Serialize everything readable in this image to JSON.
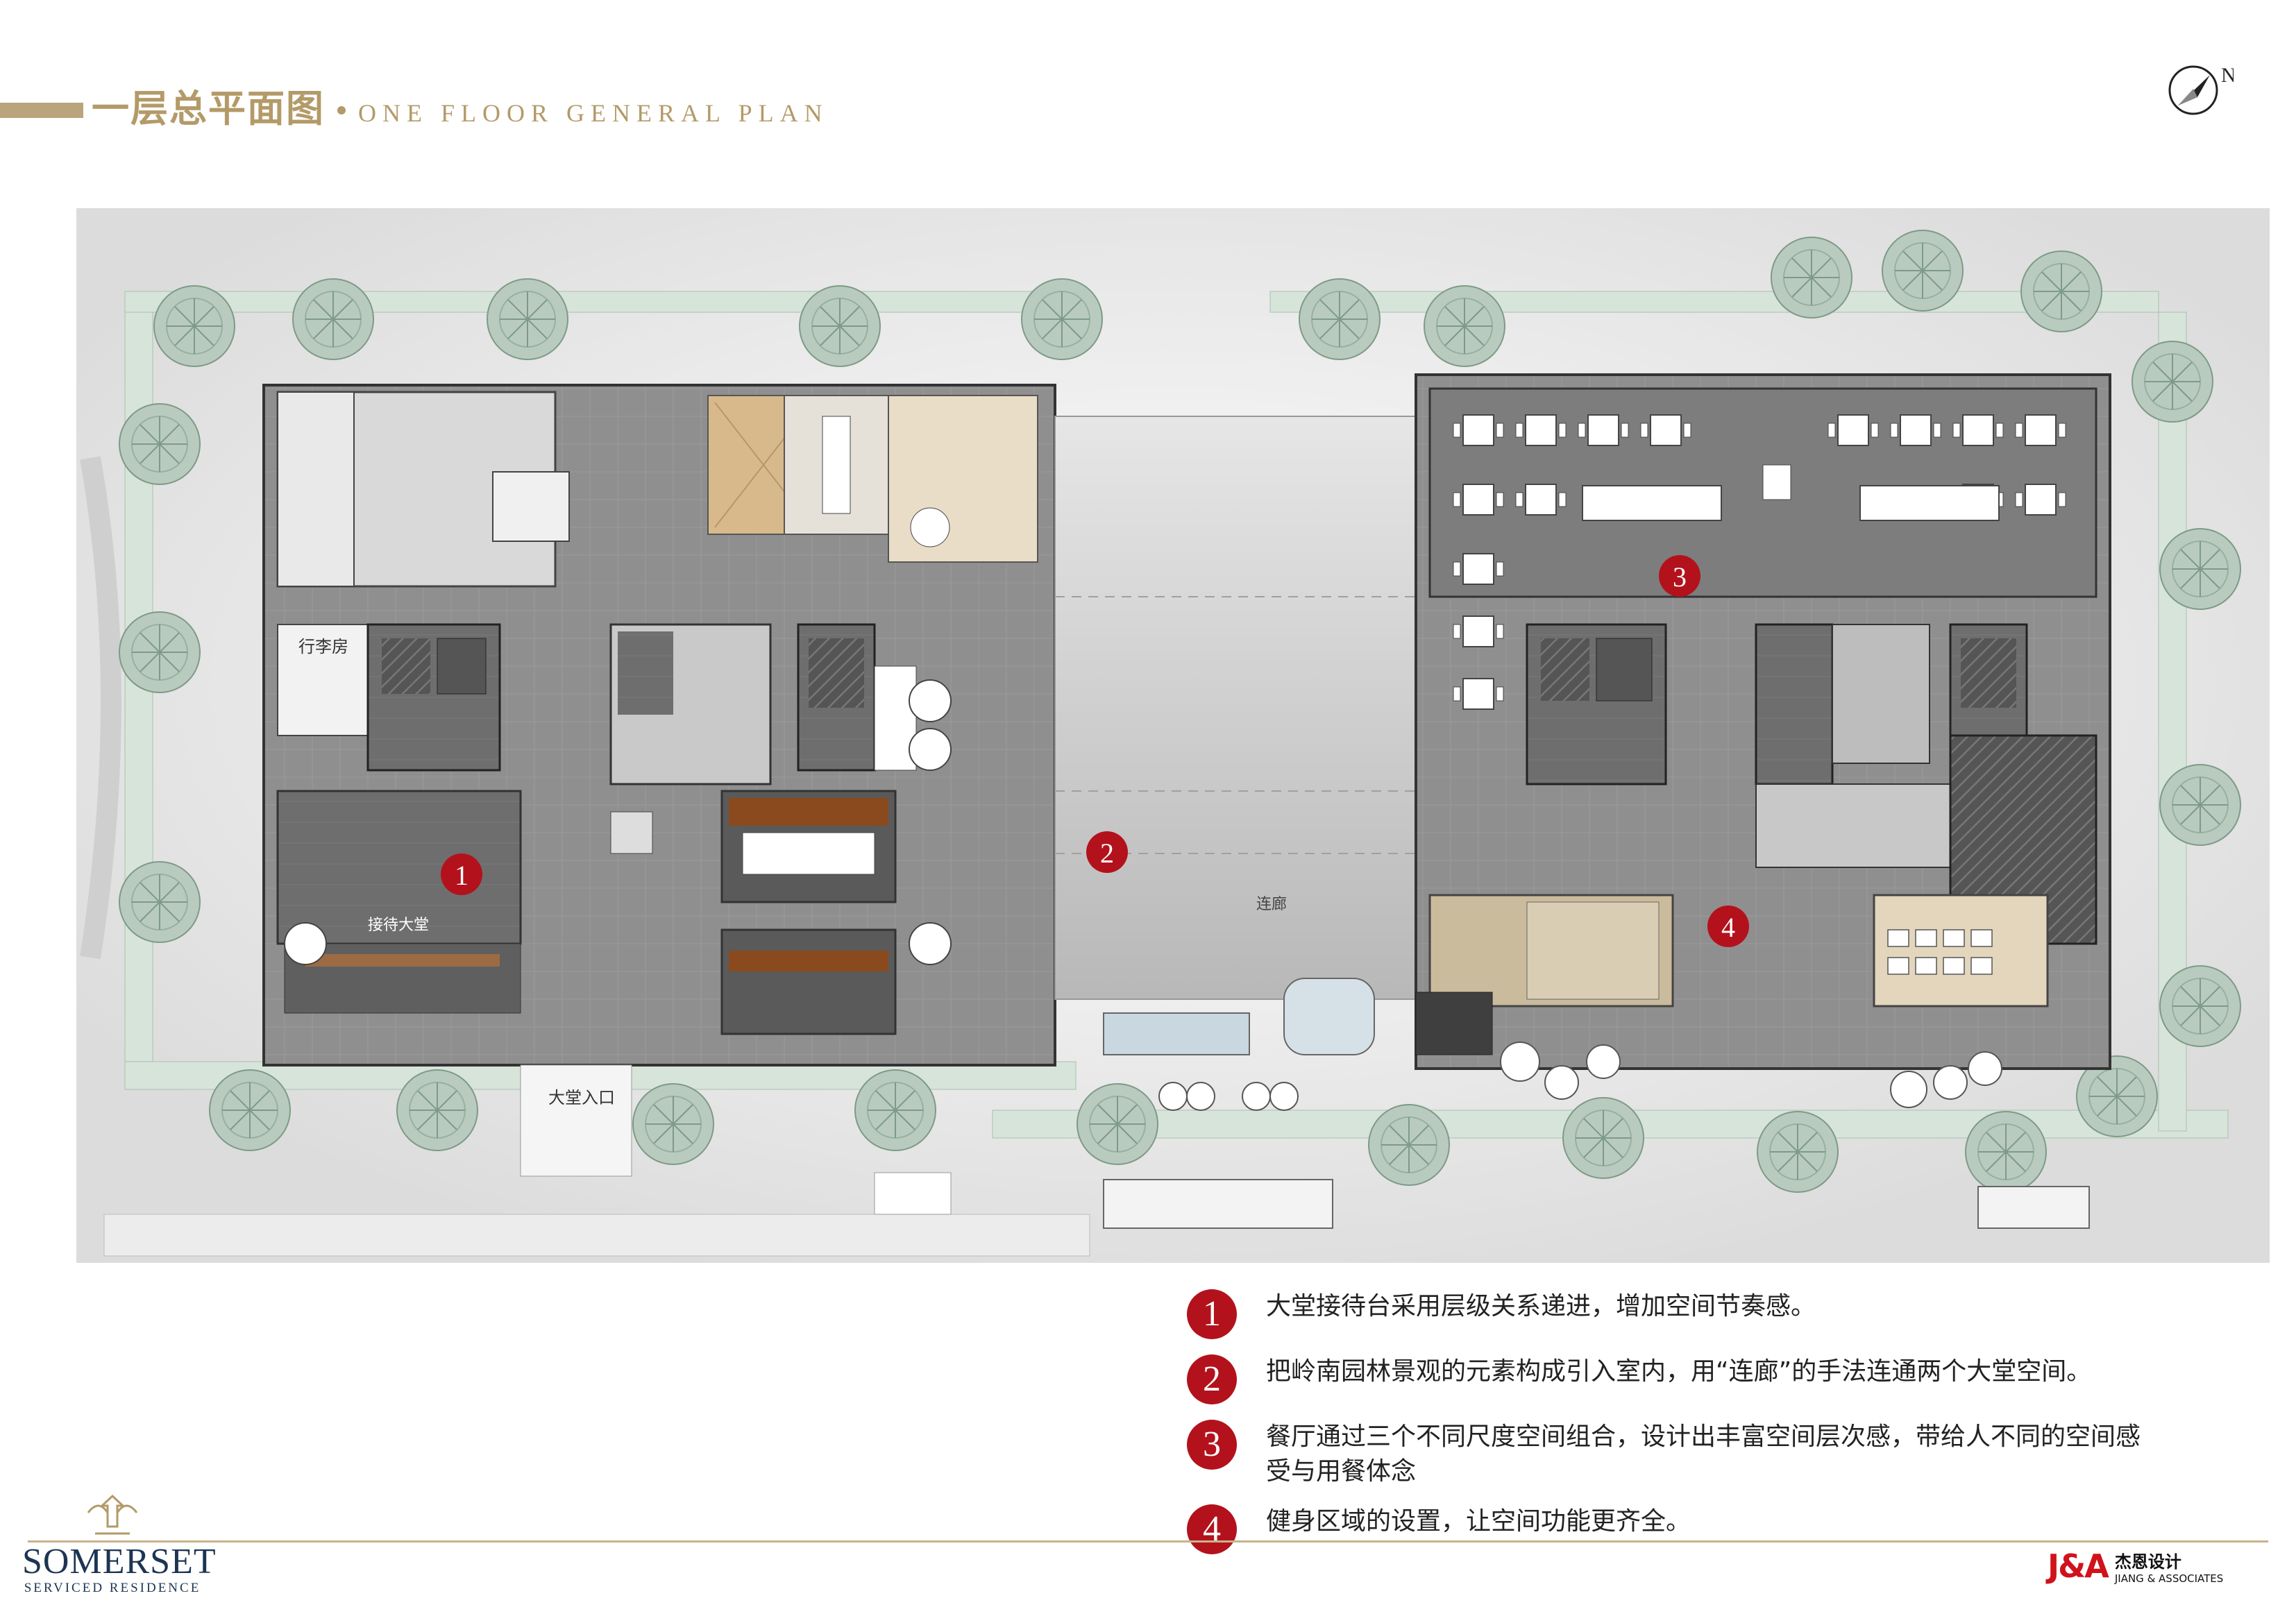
{
  "header": {
    "title_cn": "一层总平面图",
    "title_en": "ONE FLOOR GENERAL PLAN",
    "north_label": "N",
    "accent_color": "#b39a68"
  },
  "plan": {
    "markers": [
      "1",
      "2",
      "3",
      "4"
    ],
    "labels": {
      "luggage": "行李房",
      "lobby_reception": "接待大堂",
      "entrance": "大堂入口",
      "corridor": "连廊"
    },
    "marker_color": "#b3121c"
  },
  "notes": [
    {
      "num": "1",
      "text": "大堂接待台采用层级关系递进，增加空间节奏感。"
    },
    {
      "num": "2",
      "text": "把岭南园林景观的元素构成引入室内，用“连廊”的手法连通两个大堂空间。"
    },
    {
      "num": "3",
      "text": "餐厅通过三个不同尺度空间组合，设计出丰富空间层次感，带给人不同的空间感受与用餐体念"
    },
    {
      "num": "4",
      "text": "健身区域的设置，让空间功能更齐全。"
    }
  ],
  "footer": {
    "brand": "SOMERSET",
    "brand_sub": "SERVICED RESIDENCE",
    "firm_mark": "J&A",
    "firm_cn": "杰恩设计",
    "firm_en": "JIANG & ASSOCIATES"
  }
}
